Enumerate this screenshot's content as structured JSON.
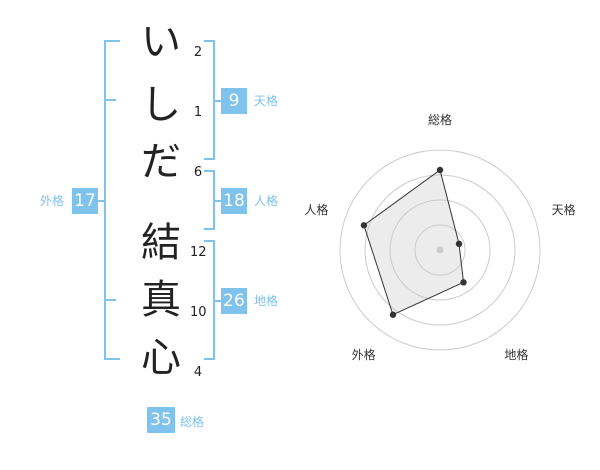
{
  "name": {
    "chars": [
      {
        "char": "い",
        "strokes": "2"
      },
      {
        "char": "し",
        "strokes": "1"
      },
      {
        "char": "だ",
        "strokes": "6"
      },
      {
        "char": "結",
        "strokes": "12"
      },
      {
        "char": "真",
        "strokes": "10"
      },
      {
        "char": "心",
        "strokes": "4"
      }
    ]
  },
  "kaku": {
    "tenkaku": {
      "value": "9",
      "label": "天格"
    },
    "jinkaku": {
      "value": "18",
      "label": "人格"
    },
    "chikaku": {
      "value": "26",
      "label": "地格"
    },
    "gaikaku": {
      "value": "17",
      "label": "外格"
    },
    "soukaku": {
      "value": "35",
      "label": "総格"
    }
  },
  "colors": {
    "accent": "#7fc2ec",
    "text": "#222222"
  },
  "chart_data": {
    "type": "radar",
    "axes": [
      "総格",
      "天格",
      "地格",
      "外格",
      "人格"
    ],
    "rings": 4,
    "values": [
      0.8,
      0.2,
      0.4,
      0.8,
      0.8
    ]
  }
}
